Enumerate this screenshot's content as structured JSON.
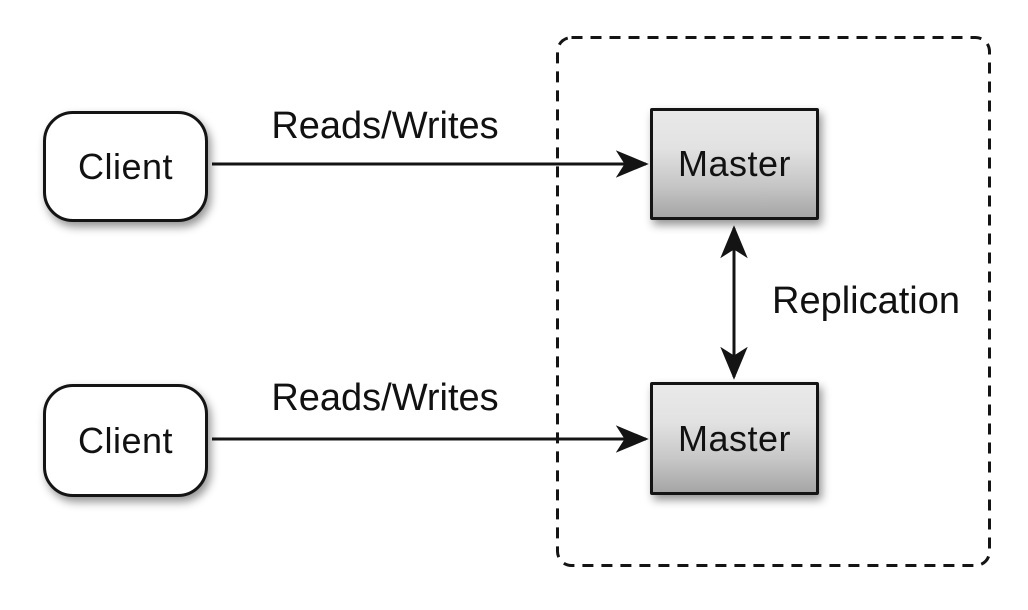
{
  "diagram": {
    "background": "#ffffff",
    "stroke_color": "#1a1a1a",
    "nodes": [
      {
        "id": "client-top",
        "label": "Client",
        "shape": "rounded-rect",
        "fill": "#ffffff"
      },
      {
        "id": "master-top",
        "label": "Master",
        "shape": "rect",
        "fill_gradient_top": "#e9e9e9",
        "fill_gradient_bottom": "#a6a6a6"
      },
      {
        "id": "client-bottom",
        "label": "Client",
        "shape": "rounded-rect",
        "fill": "#ffffff"
      },
      {
        "id": "master-bottom",
        "label": "Master",
        "shape": "rect",
        "fill_gradient_top": "#e9e9e9",
        "fill_gradient_bottom": "#a6a6a6"
      }
    ],
    "edges": [
      {
        "id": "reads-writes-top",
        "label": "Reads/Writes",
        "from": "client-top",
        "to": "master-top",
        "direction": "one-way"
      },
      {
        "id": "reads-writes-bottom",
        "label": "Reads/Writes",
        "from": "client-bottom",
        "to": "master-bottom",
        "direction": "one-way"
      },
      {
        "id": "replication",
        "label": "Replication",
        "from": "master-top",
        "to": "master-bottom",
        "direction": "two-way"
      }
    ],
    "cluster": {
      "style": "dashed",
      "contains": [
        "master-top",
        "master-bottom"
      ]
    }
  }
}
